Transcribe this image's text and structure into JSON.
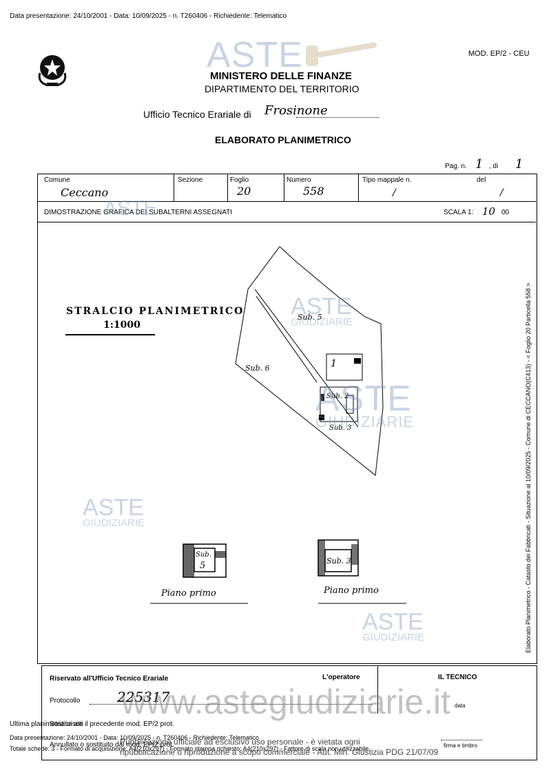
{
  "header_line": "Data presentazione: 24/10/2001 - Data: 10/09/2025 - n. T260406 - Richiedente: Telematico",
  "form_code": "MOD. EP/2 - CEU",
  "ministry": "MINISTERO DELLE FINANZE",
  "department": "DIPARTIMENTO DEL TERRITORIO",
  "office_label": "Ufficio Tecnico Erariale di",
  "office_value": "Frosinone",
  "doc_title": "ELABORATO PLANIMETRICO",
  "page": {
    "label": "Pag. n.",
    "n": "1",
    "sep": ", di",
    "total": "1"
  },
  "fields": {
    "comune_label": "Comune",
    "comune_value": "Ceccano",
    "sezione_label": "Sezione",
    "foglio_label": "Foglio",
    "foglio_value": "20",
    "numero_label": "Numero",
    "numero_value": "558",
    "tipo_label": "Tipo mappale n.",
    "tipo_value": "/",
    "del_label": "del",
    "del_value": "/"
  },
  "dimostrazione": "DIMOSTRAZIONE GRAFICA DEI SUBALTERNI ASSEGNATI",
  "scala": {
    "label": "SCALA 1:",
    "value": "10",
    "suffix": "00"
  },
  "drawing": {
    "stralcio_line1": "STRALCIO PLANIMETRICO",
    "stralcio_line2": "1:1000",
    "sub5": "Sub. 5",
    "sub6": "Sub. 6",
    "sub1": "1",
    "sub2": "Sub. 2",
    "sub3": "Sub. 3",
    "plan1_sub": "Sub.",
    "plan1_num": "5",
    "plan1_caption": "Piano primo",
    "plan2_sub": "Sub. 3",
    "plan2_caption": "Piano primo"
  },
  "side_text": "Elaborato Planimetrico - Catasto dei Fabbricati - Situazione al 10/09/2025 - Comune di CECCANO(C413) - < Foglio 20 Particella 558 >",
  "footer": {
    "riservato": "Riservato all'Ufficio Tecnico Erariale",
    "operatore": "L'operatore",
    "tecnico": "IL TECNICO",
    "protocollo_label": "Protocollo",
    "protocollo_value": "225317",
    "data_label": "data",
    "firma_label": "firma e timbro",
    "sostituisce": "Sostituisce il precedente mod. EP/2 prot.",
    "annullato": "Annullato o sostituito dal mod. EP/2 prot.",
    "ultima": "Ultima planimetria in atti",
    "data_pres2": "Data presentazione: 24/10/2001 - Data: 10/09/2025 - n. T260406 - Richiedente: Telematico",
    "totale": "Totale schede: 3 - Formato di acquisizione: A4(210x297) - Formato stampa richiesto: A4(210x297) - Fattore di scala non utilizzabile",
    "pubblicazione1": "Pubblicazione ufficiale ad esclusivo uso personale - è vietata ogni",
    "pubblicazione2": "ripubblicazione o riproduzione a scopo commerciale - Aut. Min. Giustizia PDG 21/07/09"
  },
  "watermarks": {
    "aste": "ASTE",
    "giudiziarie": "GIUDIZIARIE",
    "website": "www.astegiudiziarie.it",
    "color": "#7891be"
  }
}
